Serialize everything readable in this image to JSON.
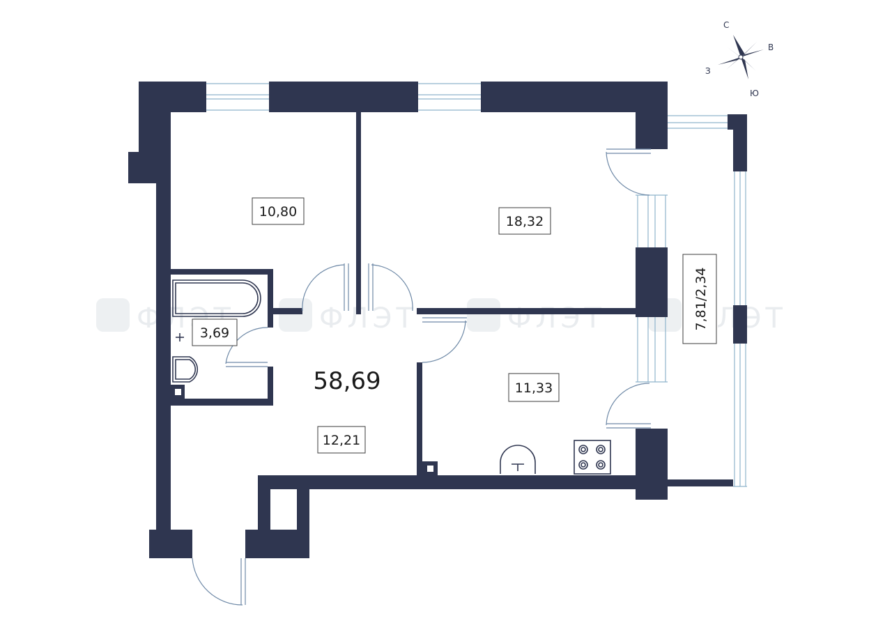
{
  "plan": {
    "total_area": "58,69",
    "rooms": {
      "bedroom_area": "10,80",
      "living_room_area": "18,32",
      "bathroom_area": "3,69",
      "hall_area": "12,21",
      "kitchen_area": "11,33",
      "loggia_area": "7,81/2,34"
    }
  },
  "compass": {
    "north": "С",
    "east": "В",
    "south": "Ю",
    "west": "З"
  },
  "colors": {
    "wall": "#2f3650",
    "window": "#8fb4cc",
    "door": "#6d88a6"
  }
}
